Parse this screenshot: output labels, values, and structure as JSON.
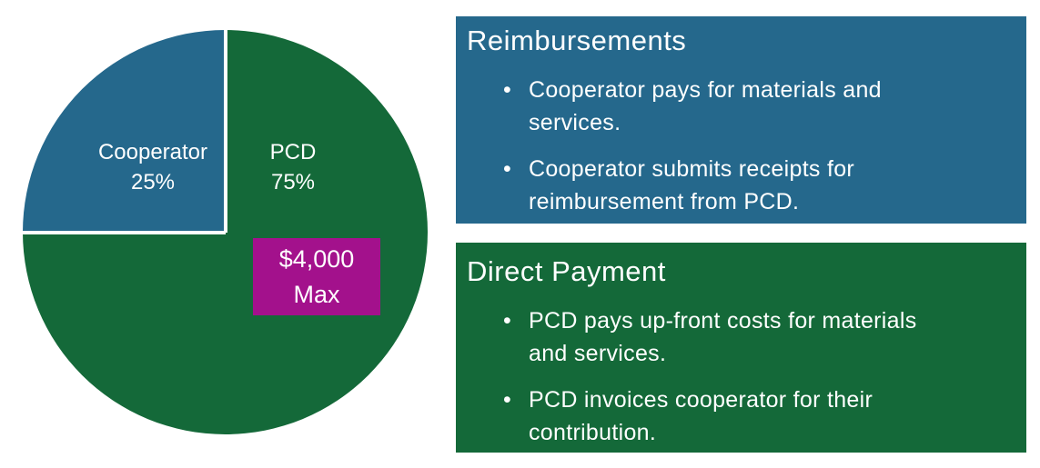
{
  "page": {
    "background": "#FFFFFF"
  },
  "colors": {
    "blue": "#25688C",
    "green": "#146939",
    "magenta": "#A3118C",
    "text": "#FFFFFF"
  },
  "chart_data": {
    "type": "pie",
    "title": "",
    "start_angle_deg": 0,
    "direction": "clockwise",
    "slices": [
      {
        "label": "PCD",
        "value": 75,
        "display": "75%",
        "color": "#146939"
      },
      {
        "label": "Cooperator",
        "value": 25,
        "display": "25%",
        "color": "#25688C"
      }
    ],
    "labels_position": "inside",
    "annotation": {
      "line1": "$4,000",
      "line2": "Max",
      "color": "#A3118C"
    }
  },
  "panels": [
    {
      "title": "Reimbursements",
      "color": "#25688C",
      "bullet_glyph": "•",
      "bullets": [
        "Cooperator pays for materials and services.",
        "Cooperator submits receipts for reimbursement from PCD."
      ]
    },
    {
      "title": "Direct Payment",
      "color": "#146939",
      "bullet_glyph": "•",
      "bullets": [
        "PCD pays up-front costs for materials and services.",
        "PCD invoices cooperator for their contribution."
      ]
    }
  ]
}
